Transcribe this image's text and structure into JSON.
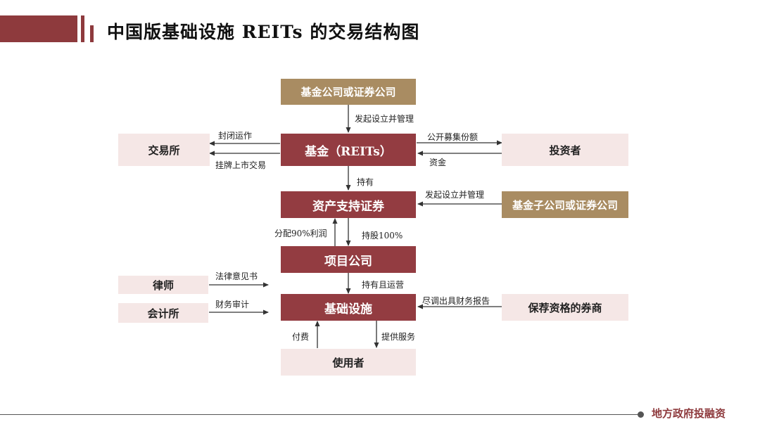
{
  "title": "中国版基础设施 REITs 的交易结构图",
  "footer": "地方政府投融资",
  "boxes": {
    "fund_company": "基金公司或证券公司",
    "exchange": "交易所",
    "fund": "基金（REITs）",
    "investors": "投资者",
    "abs": "资产支持证券",
    "fund_sub": "基金子公司或证券公司",
    "project_company": "项目公司",
    "lawyer": "律师",
    "accounting": "会计所",
    "infrastructure": "基础设施",
    "broker": "保荐资格的券商",
    "users": "使用者"
  },
  "labels": {
    "initiate_manage_1": "发起设立并管理",
    "closed_operation": "封闭运作",
    "listed_trading": "挂牌上市交易",
    "public_raise": "公开募集份额",
    "funds": "资金",
    "holds": "持有",
    "initiate_manage_2": "发起设立并管理",
    "distribute": "分配90%利润",
    "shareholding": "持股100%",
    "legal_opinion": "法律意见书",
    "financial_audit": "财务审计",
    "hold_operate": "持有且运营",
    "due_diligence": "尽调出具财务报告",
    "pay": "付费",
    "service": "提供服务"
  },
  "colors": {
    "maroon": "#933c41",
    "gold": "#a98c62",
    "pink": "#f5e7e6",
    "accent": "#8e3a3d"
  }
}
